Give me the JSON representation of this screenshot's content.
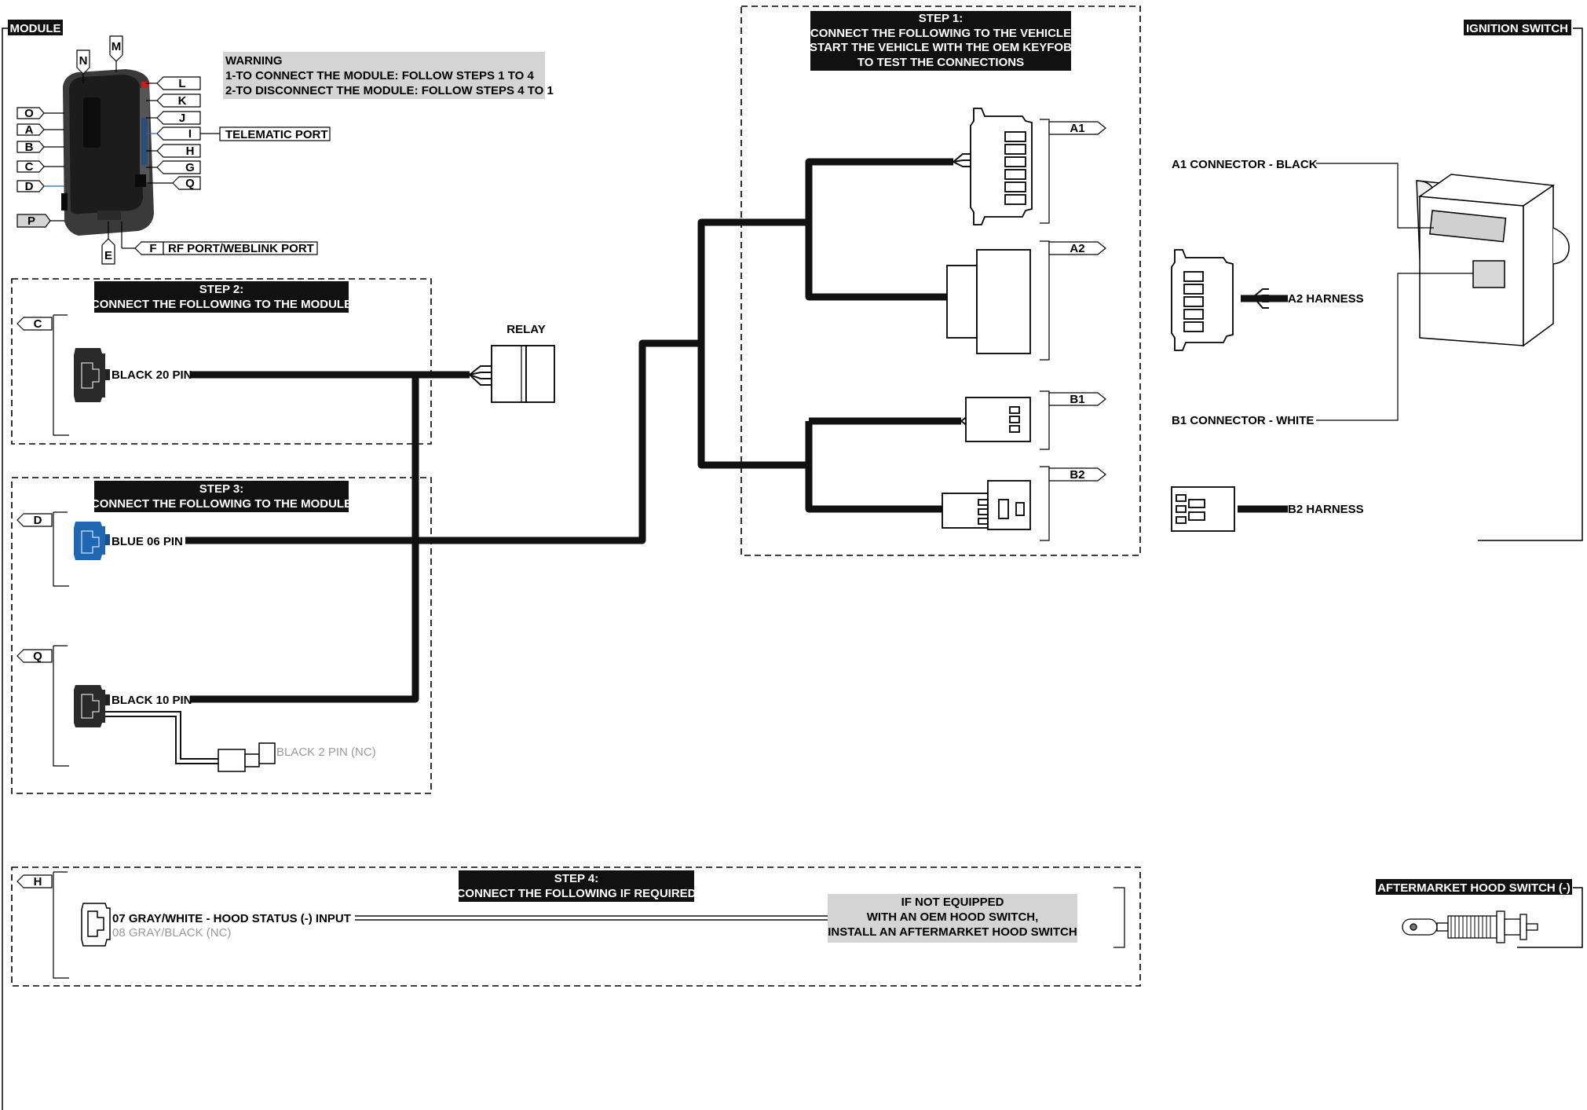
{
  "titles": {
    "module": "MODULE",
    "ignition_switch": "IGNITION SWITCH",
    "aftermarket_hood_switch": "AFTERMARKET HOOD SWITCH (-)"
  },
  "warning": {
    "title": "WARNING",
    "line1": "1-TO CONNECT THE MODULE: FOLLOW STEPS 1 TO 4",
    "line2": "2-TO DISCONNECT THE MODULE: FOLLOW STEPS 4 TO 1"
  },
  "ports": {
    "O": "O",
    "A": "A",
    "B": "B",
    "C": "C",
    "D": "D",
    "P": "P",
    "N": "N",
    "M": "M",
    "L": "L",
    "K": "K",
    "J": "J",
    "I": "I",
    "H": "H",
    "G": "G",
    "Q": "Q",
    "E": "E",
    "F": "F"
  },
  "port_labels": {
    "telematic": "TELEMATIC PORT",
    "rf_weblink": "RF PORT/WEBLINK PORT"
  },
  "step1": {
    "line1": "STEP 1:",
    "line2": "CONNECT THE FOLLOWING TO THE VEHICLE",
    "line3": "START THE VEHICLE WITH THE OEM KEYFOB",
    "line4": "TO TEST THE CONNECTIONS"
  },
  "step2": {
    "line1": "STEP 2:",
    "line2": "CONNECT THE FOLLOWING TO THE MODULE"
  },
  "step3": {
    "line1": "STEP 3:",
    "line2": "CONNECT THE FOLLOWING TO THE MODULE"
  },
  "step4": {
    "line1": "STEP 4:",
    "line2": "CONNECT THE FOLLOWING IF REQUIRED"
  },
  "connectors": {
    "black20": "BLACK 20 PIN",
    "blue06": "BLUE 06 PIN",
    "black10": "BLACK 10 PIN",
    "black2": "BLACK 2 PIN (NC)",
    "relay": "RELAY",
    "hood_wire1": "07 GRAY/WHITE - HOOD STATUS (-) INPUT",
    "hood_wire2": "08 GRAY/BLACK (NC)"
  },
  "vehicle_tags": {
    "A1": "A1",
    "A2": "A2",
    "B1": "B1",
    "B2": "B2"
  },
  "ignition": {
    "a1_connector": "A1 CONNECTOR - BLACK",
    "b1_connector": "B1 CONNECTOR - WHITE",
    "a2_harness": "A2 HARNESS",
    "b2_harness": "B2 HARNESS"
  },
  "hood_note": {
    "line1": "IF NOT EQUIPPED",
    "line2": "WITH AN OEM HOOD SWITCH,",
    "line3": "INSTALL AN AFTERMARKET HOOD SWITCH"
  },
  "colors": {
    "wire": "#111111",
    "blue_connector": "#1f66b3",
    "note_background": "#d4d4d4",
    "gray_text": "#9a9a9a"
  }
}
